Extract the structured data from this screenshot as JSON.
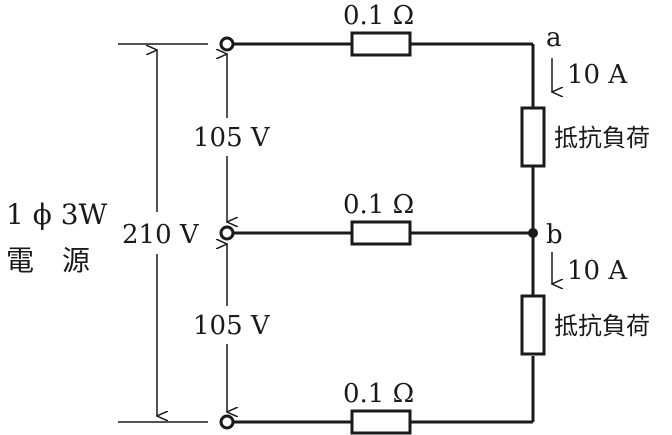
{
  "source": {
    "label_line1": "1 ϕ 3W",
    "label_line2": "電　源",
    "total_voltage": "210 V",
    "upper_voltage": "105 V",
    "lower_voltage": "105 V"
  },
  "lines": [
    {
      "resistance": "0.1 Ω"
    },
    {
      "resistance": "0.1 Ω"
    },
    {
      "resistance": "0.1 Ω"
    }
  ],
  "nodes": {
    "a": "a",
    "b": "b"
  },
  "loads": [
    {
      "current": "10 A",
      "label": "抵抗負荷"
    },
    {
      "current": "10 A",
      "label": "抵抗負荷"
    }
  ]
}
